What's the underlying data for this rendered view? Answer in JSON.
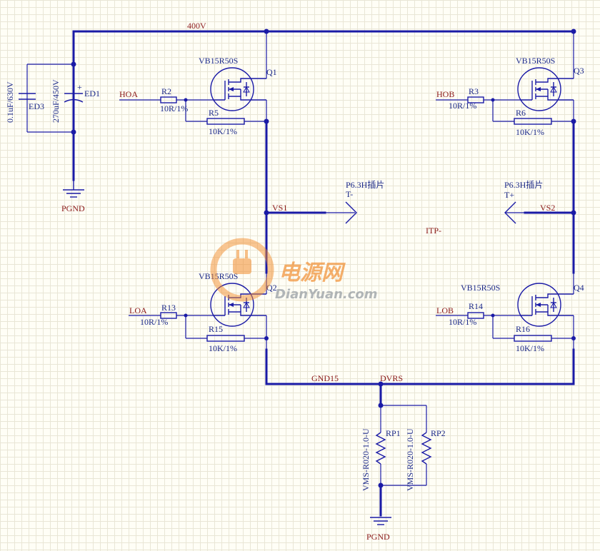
{
  "rails": {
    "top": "400V",
    "bottom": "GND15",
    "shunt_node": "DVRS",
    "ground": "PGND"
  },
  "nets": {
    "vs1": "VS1",
    "vs2": "VS2",
    "itp": "ITP-",
    "hoa": "HOA",
    "loa": "LOA",
    "hob": "HOB",
    "lob": "LOB"
  },
  "capacitors": {
    "ed1": {
      "ref": "ED1",
      "value": "270uF/450V"
    },
    "ed3": {
      "ref": "ED3",
      "value": "0.1uF/630V"
    }
  },
  "mosfets": {
    "q1": {
      "ref": "Q1",
      "part": "VB15R50S"
    },
    "q2": {
      "ref": "Q2",
      "part": "VB15R50S"
    },
    "q3": {
      "ref": "Q3",
      "part": "VB15R50S"
    },
    "q4": {
      "ref": "Q4",
      "part": "VB15R50S"
    }
  },
  "resistors": {
    "r2": {
      "ref": "R2",
      "value": "10R/1%"
    },
    "r5": {
      "ref": "R5",
      "value": "10K/1%"
    },
    "r13": {
      "ref": "R13",
      "value": "10R/1%"
    },
    "r15": {
      "ref": "R15",
      "value": "10K/1%"
    },
    "r3": {
      "ref": "R3",
      "value": "10R/1%"
    },
    "r6": {
      "ref": "R6",
      "value": "10K/1%"
    },
    "r14": {
      "ref": "R14",
      "value": "10R/1%"
    },
    "r16": {
      "ref": "R16",
      "value": "10K/1%"
    },
    "rp1": {
      "ref": "RP1",
      "value": "VMS-R020-1.0-U"
    },
    "rp2": {
      "ref": "RP2",
      "value": "VMS-R020-1.0-U"
    }
  },
  "terminals": {
    "tminus": {
      "part": "P6.3H插片",
      "label": "T-"
    },
    "tplus": {
      "part": "P6.3H插片",
      "label": "T+"
    }
  },
  "watermark": {
    "cn": "电源网",
    "en": "DianYuan.com",
    "color": "#f08a2a"
  },
  "colors": {
    "wire": "#1a1aa6",
    "text": "#1c2a8a",
    "net": "#8b1a1a"
  }
}
